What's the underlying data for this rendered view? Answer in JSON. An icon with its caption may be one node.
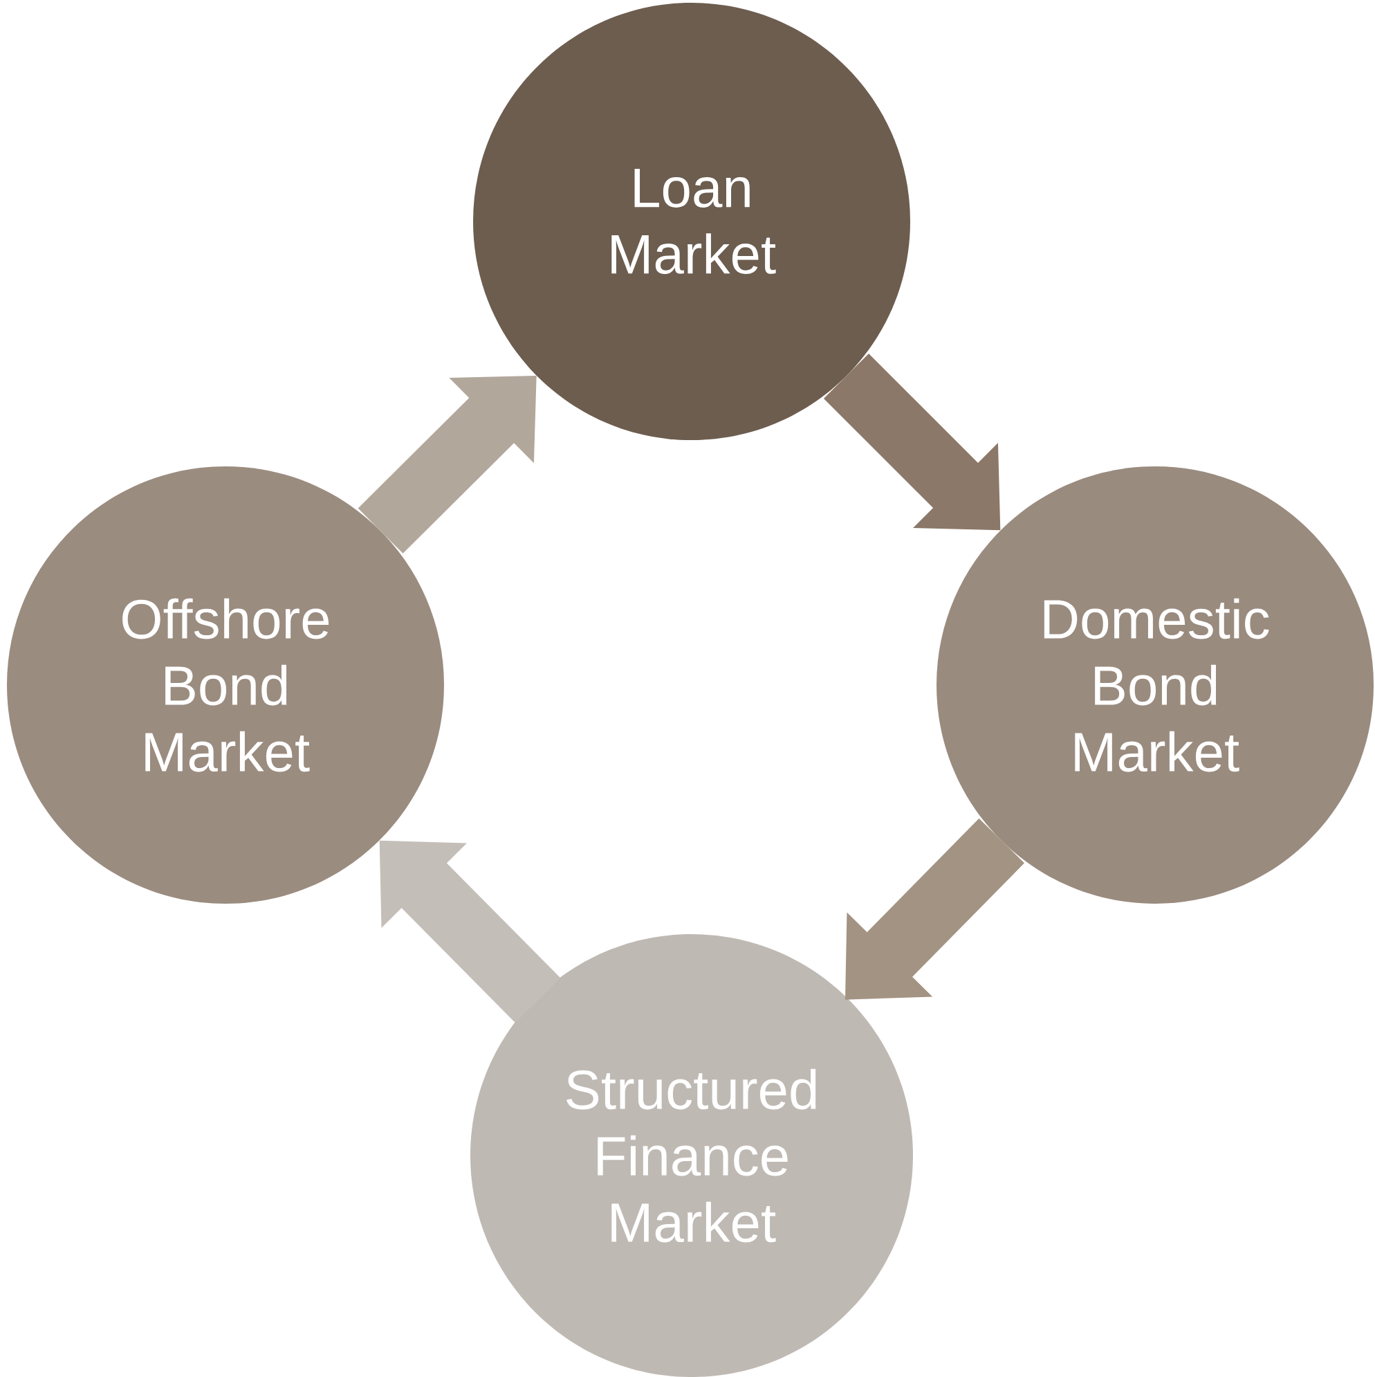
{
  "diagram": {
    "nodes": [
      {
        "text": [
          "Loan Market"
        ]
      },
      {
        "text": [
          "Domestic Bond Market"
        ]
      },
      {
        "text": [
          "Structured Finance Market"
        ]
      },
      {
        "text": [
          "Offshore Bond Market"
        ]
      }
    ],
    "edges": [
      {
        "from": 0,
        "to": 1,
        "arrow": "to"
      },
      {
        "from": 1,
        "to": 2,
        "arrow": "to"
      },
      {
        "from": 2,
        "to": 3,
        "arrow": "to"
      },
      {
        "from": 3,
        "to": 0,
        "arrow": "to"
      }
    ]
  }
}
